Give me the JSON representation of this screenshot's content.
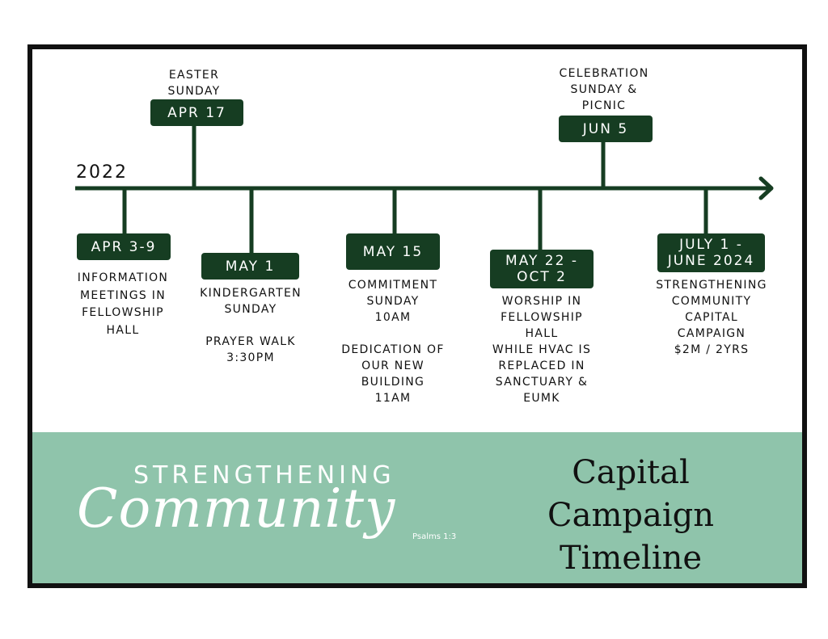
{
  "timeline": {
    "year": "2022",
    "colors": {
      "line": "#163d22",
      "badge": "#163d22",
      "footer": "#8fc4ab",
      "frame": "#111111"
    },
    "events_above": [
      {
        "date": "APR 17",
        "caption": "EASTER\nSUNDAY"
      },
      {
        "date": "JUN 5",
        "caption": "CELEBRATION\nSUNDAY &\nPICNIC"
      }
    ],
    "events_below": [
      {
        "date": "APR 3-9",
        "caption": "INFORMATION\nMEETINGS IN\nFELLOWSHIP\nHALL"
      },
      {
        "date": "MAY 1",
        "caption": "KINDERGARTEN\nSUNDAY\n\nPRAYER WALK\n3:30PM"
      },
      {
        "date": "MAY 15",
        "caption": "COMMITMENT\nSUNDAY\n10AM\n\nDEDICATION OF\nOUR NEW\nBUILDING\n11AM"
      },
      {
        "date": "MAY 22 -\nOCT 2",
        "caption": "WORSHIP IN\nFELLOWSHIP\nHALL\nWHILE HVAC IS\nREPLACED IN\nSANCTUARY &\nEUMK"
      },
      {
        "date": "JULY 1 -\nJUNE 2024",
        "caption": "STRENGTHENING\nCOMMUNITY\nCAPITAL\nCAMPAIGN\n$2M / 2YRS"
      }
    ]
  },
  "footer": {
    "brand_top": "STRENGTHENING",
    "brand_script": "Community",
    "brand_verse": "Psalms 1:3",
    "title_lines": [
      "Capital",
      "Campaign",
      "Timeline"
    ]
  }
}
